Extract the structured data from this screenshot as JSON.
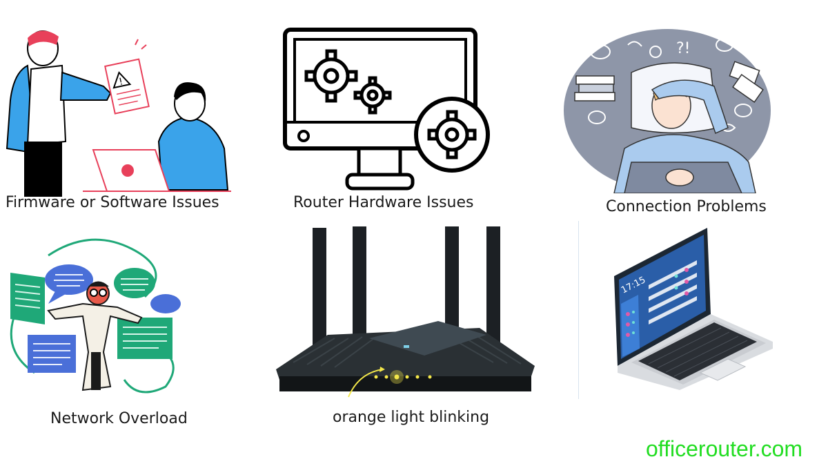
{
  "captions": {
    "firmware": "Firmware or Software Issues",
    "hardware": "Router Hardware Issues",
    "connection": "Connection Problems",
    "overload": "Network Overload",
    "blinking": "orange light blinking"
  },
  "brand": {
    "text": "officerouter.com",
    "color": "#22dd22"
  },
  "laptop_screen": {
    "clock": "17:15"
  },
  "illustrations": [
    "people-warning-illustration",
    "monitor-gears-illustration",
    "stressed-person-illustration",
    "network-overload-illustration",
    "router-photo",
    "laptop-dashboard-illustration"
  ],
  "colors": {
    "blue": "#3aa3ea",
    "red_hair": "#e8405a",
    "green": "#1fa878",
    "router_led": "#f4e84a",
    "brand": "#22dd22"
  }
}
